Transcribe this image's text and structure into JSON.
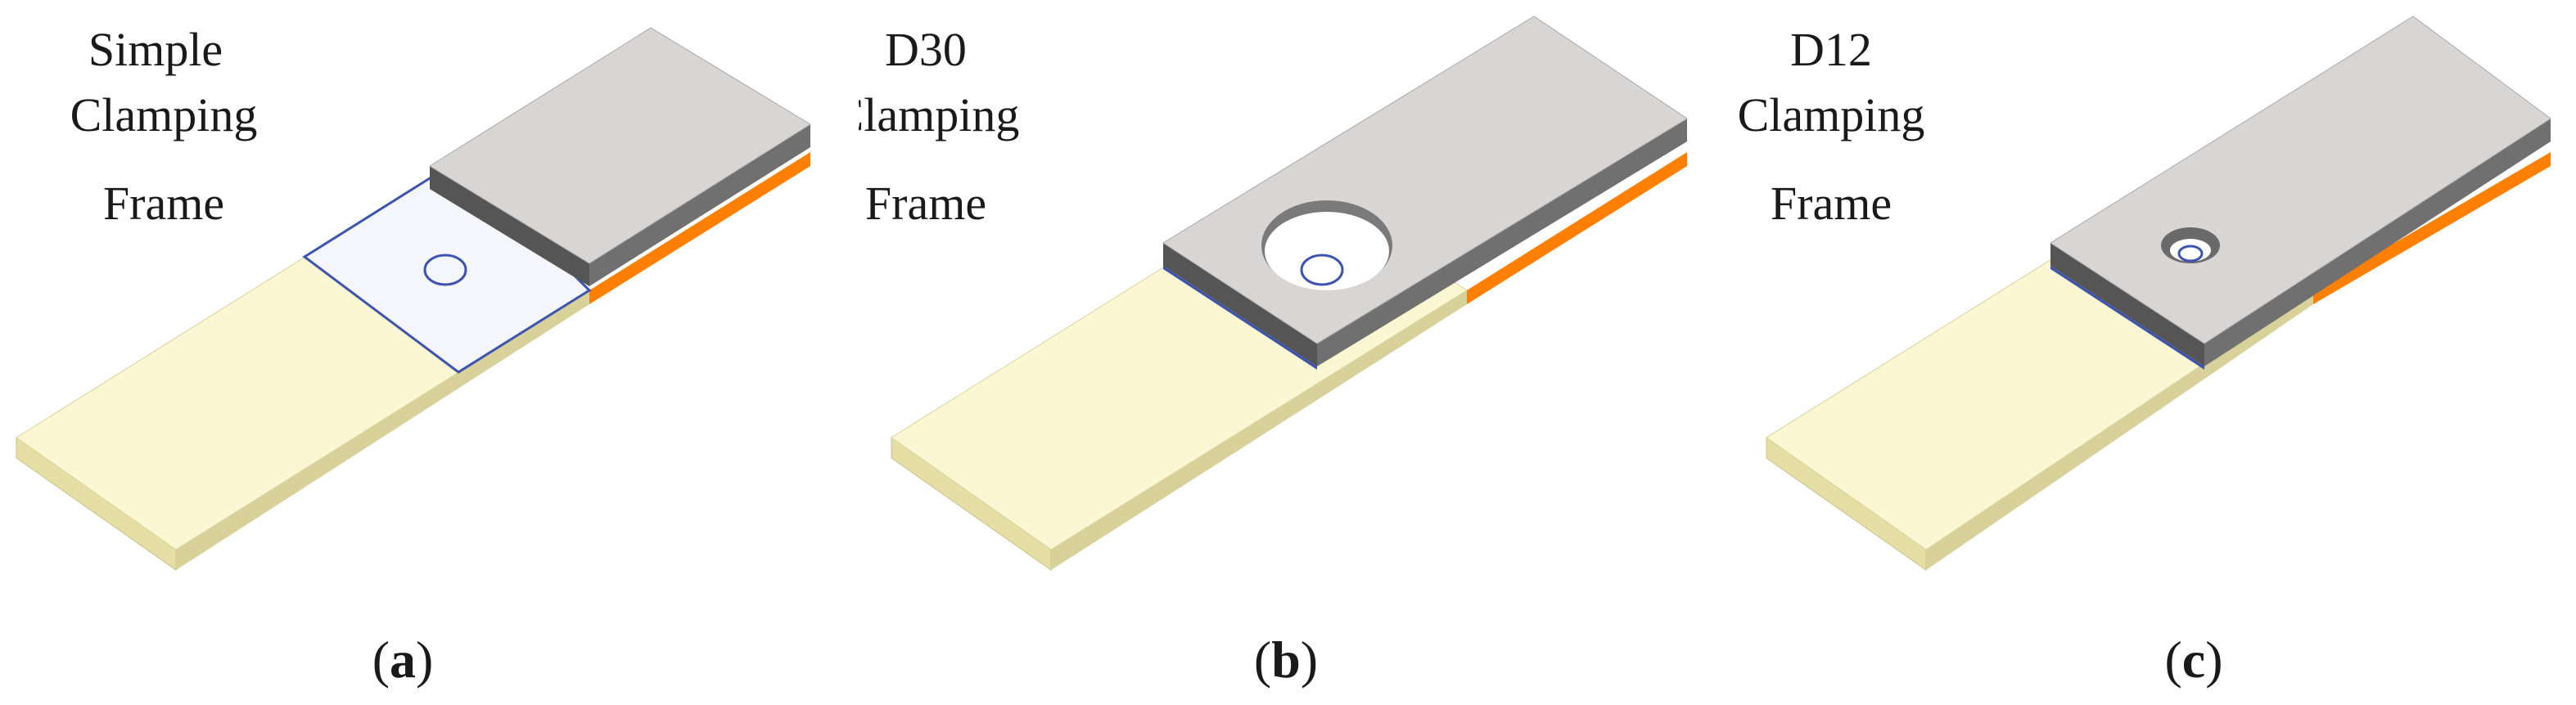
{
  "figure": {
    "panels": [
      {
        "id": "a",
        "letter": "a",
        "label_lines": [
          "Simple",
          "Clamping",
          "Frame"
        ]
      },
      {
        "id": "b",
        "letter": "b",
        "label_lines": [
          "D30",
          "Clamping",
          "Frame"
        ]
      },
      {
        "id": "c",
        "letter": "c",
        "label_lines": [
          "D12",
          "Clamping",
          "Frame"
        ]
      }
    ]
  },
  "colors": {
    "specimen_top": "#fbf7d2",
    "specimen_front": "#e5dfa6",
    "specimen_side": "#d8d19a",
    "orange_strip": "#ff7f00",
    "frame_top": "#d8d6d4",
    "frame_side": "#6c6c6c",
    "frame_front": "#8a8a8a",
    "outline_blue": "#3c54b0"
  }
}
